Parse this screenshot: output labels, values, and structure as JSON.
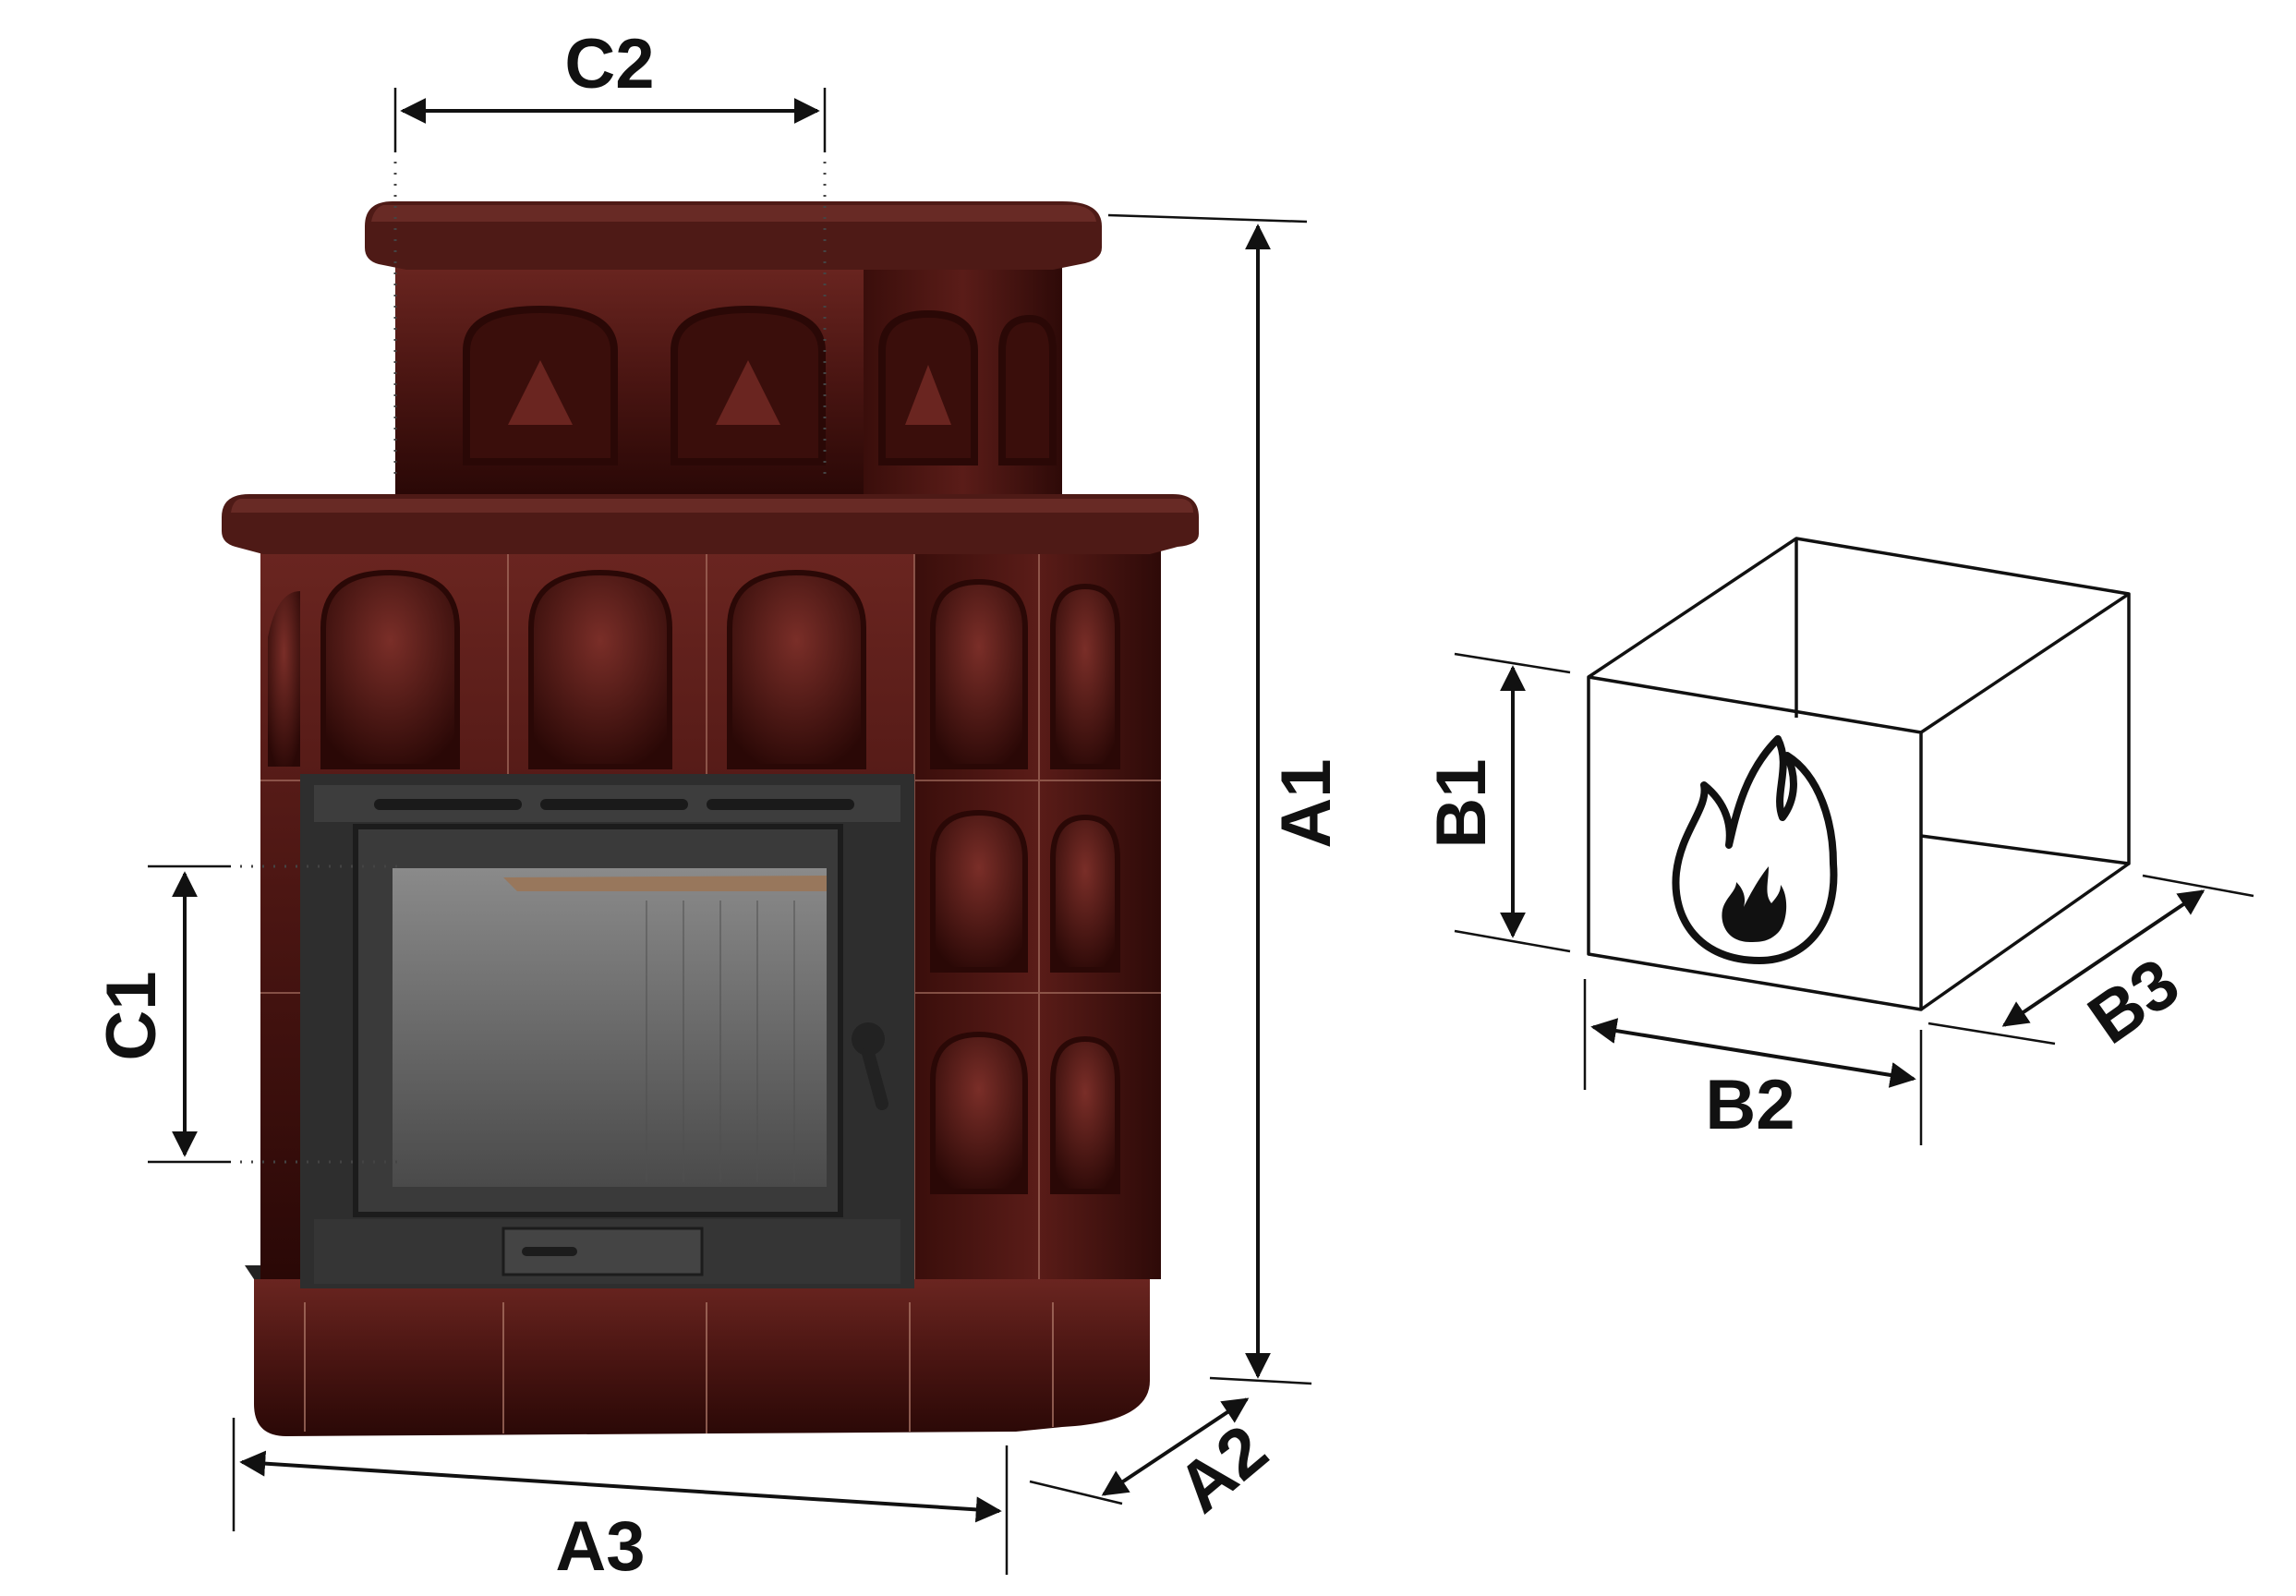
{
  "dimensions": {
    "A1": "A1",
    "A2": "A2",
    "A3": "A3",
    "B1": "B1",
    "B2": "B2",
    "B3": "B3",
    "C1": "C1",
    "C2": "C2"
  },
  "colors": {
    "tile": "#4a1512",
    "tile_light": "#6a2520",
    "tile_dark": "#2a0806",
    "iron": "#3a3a3a",
    "glass": "#6b6b6b",
    "line": "#111111"
  },
  "icons": {
    "stove": "tiled-stove-illustration",
    "firebox": "firebox-outline-icon",
    "flame": "flame-icon"
  }
}
